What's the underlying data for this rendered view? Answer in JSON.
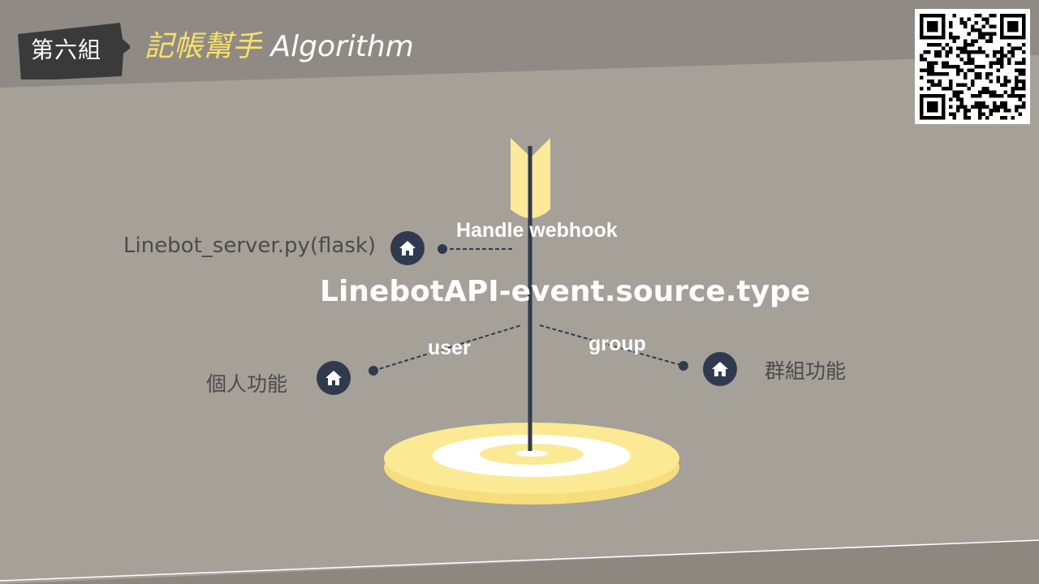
{
  "header": {
    "badge": "第六組",
    "title_highlight": "記帳幫手",
    "title_rest": "Algorithm"
  },
  "qr": {
    "icon": "qr-code-icon"
  },
  "diagram": {
    "server_label": "Linebot_server.py(flask)",
    "webhook_label": "Handle webhook",
    "api_label": "LinebotAPI-event.source.type",
    "user_branch": "user",
    "group_branch": "group",
    "personal_label": "個人功能",
    "group_label": "群組功能",
    "icons": [
      "home-icon",
      "home-icon",
      "home-icon"
    ]
  },
  "colors": {
    "background": "#a5a098",
    "header_band": "#8e8a82",
    "accent_yellow": "#f7e06a",
    "pole": "#303a4f"
  }
}
